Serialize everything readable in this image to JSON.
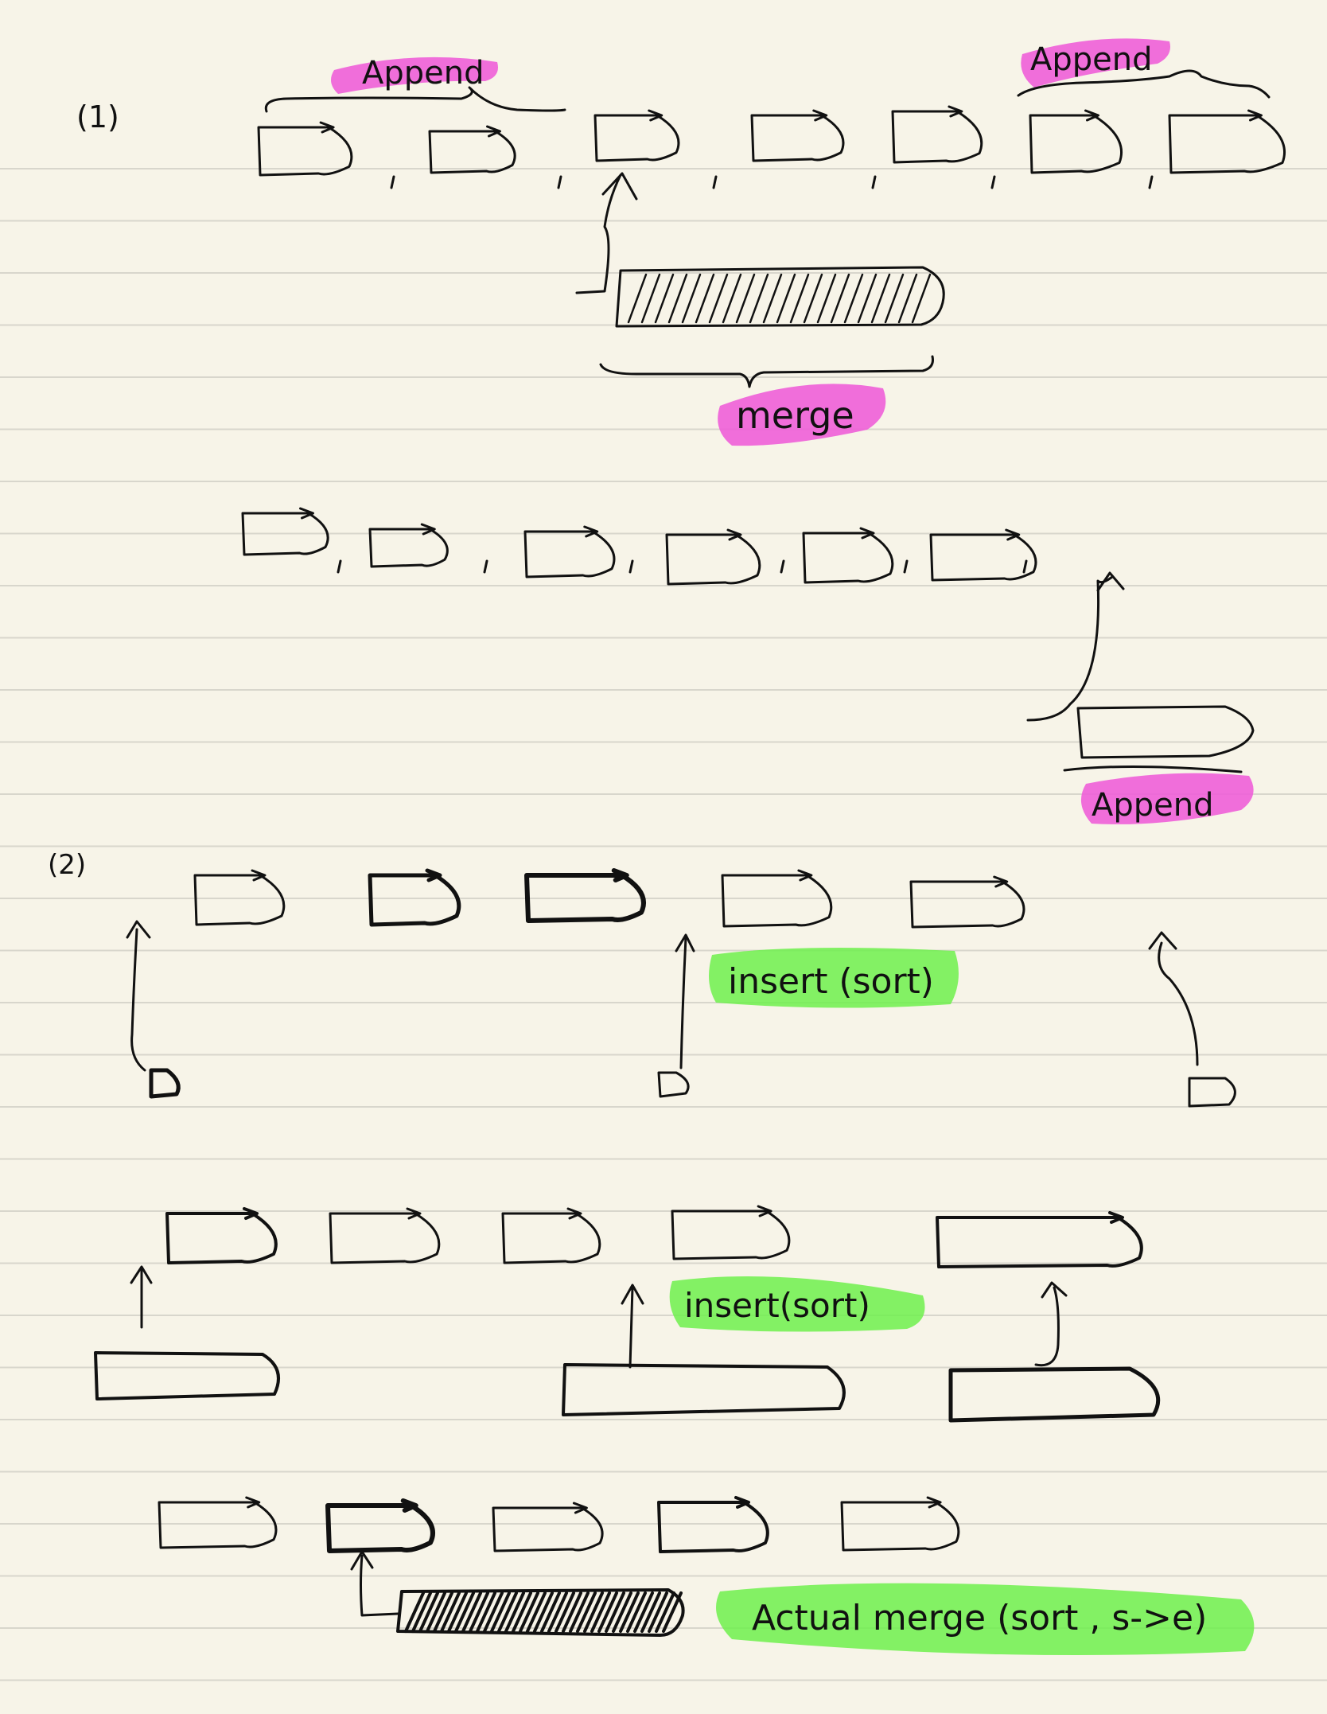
{
  "section1": {
    "label": "(1)",
    "append_left": "Append",
    "append_right": "Append",
    "merge": "merge",
    "append_bottom": "Append"
  },
  "section2": {
    "label": "(2)",
    "insert_1": "insert (sort)",
    "insert_2": "insert(sort)",
    "actual_merge": "Actual merge (sort , s->e)"
  },
  "colors": {
    "paper": "#f7f4e8",
    "rule": "#d8d6cc",
    "ink": "#111111",
    "pink": "#ee5fd8",
    "green": "#6ef04c"
  }
}
